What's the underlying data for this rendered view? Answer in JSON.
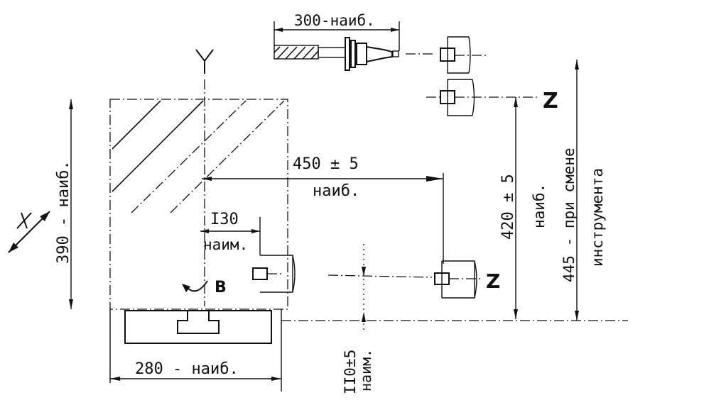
{
  "axes": {
    "y": "Y",
    "x": "X",
    "z_upper": "Z",
    "z_lower": "Z",
    "rotation": "B"
  },
  "dimensions": {
    "tool_length": "300-наиб.",
    "table_height": "390 - наиб.",
    "spindle_reach_value": "450 ± 5",
    "spindle_reach_note": "наиб.",
    "min_offset_value": "I30",
    "min_offset_note": "наим.",
    "table_width": "280 - наиб.",
    "min_height_value": "II0±5",
    "min_height_note": "наим.",
    "spindle_height_value": "420 ± 5",
    "spindle_height_note": "наиб.",
    "tool_change_line1": "445 - при смене",
    "tool_change_line2": "инструмента"
  }
}
